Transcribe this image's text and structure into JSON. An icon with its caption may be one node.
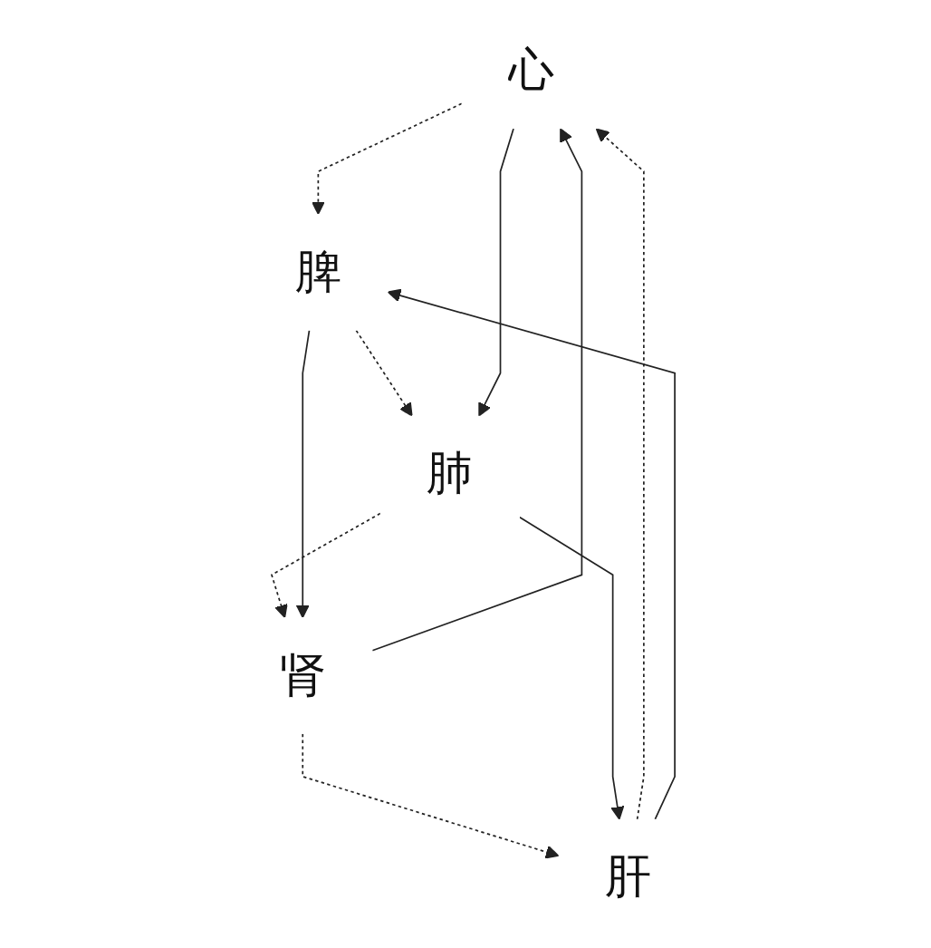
{
  "diagram": {
    "nodes": [
      {
        "text": [
          "心"
        ]
      },
      {
        "text": [
          "肝"
        ]
      },
      {
        "text": [
          "脾"
        ]
      },
      {
        "text": [
          "肾"
        ]
      },
      {
        "text": [
          "肺"
        ]
      }
    ],
    "edges": [
      {
        "from": 1,
        "to": 0,
        "arrow": "to",
        "style": "dashed"
      },
      {
        "from": 0,
        "to": 2,
        "arrow": "to",
        "style": "dashed"
      },
      {
        "from": 2,
        "to": 4,
        "arrow": "to",
        "style": "dashed"
      },
      {
        "from": 4,
        "to": 3,
        "arrow": "to",
        "style": "dashed"
      },
      {
        "from": 3,
        "to": 1,
        "arrow": "to",
        "style": "dashed"
      },
      {
        "from": 1,
        "to": 2,
        "arrow": "to"
      },
      {
        "from": 2,
        "to": 3,
        "arrow": "to"
      },
      {
        "from": 3,
        "to": 0,
        "arrow": "to"
      },
      {
        "from": 0,
        "to": 4,
        "arrow": "to"
      },
      {
        "from": 4,
        "to": 1,
        "arrow": "to"
      }
    ]
  }
}
